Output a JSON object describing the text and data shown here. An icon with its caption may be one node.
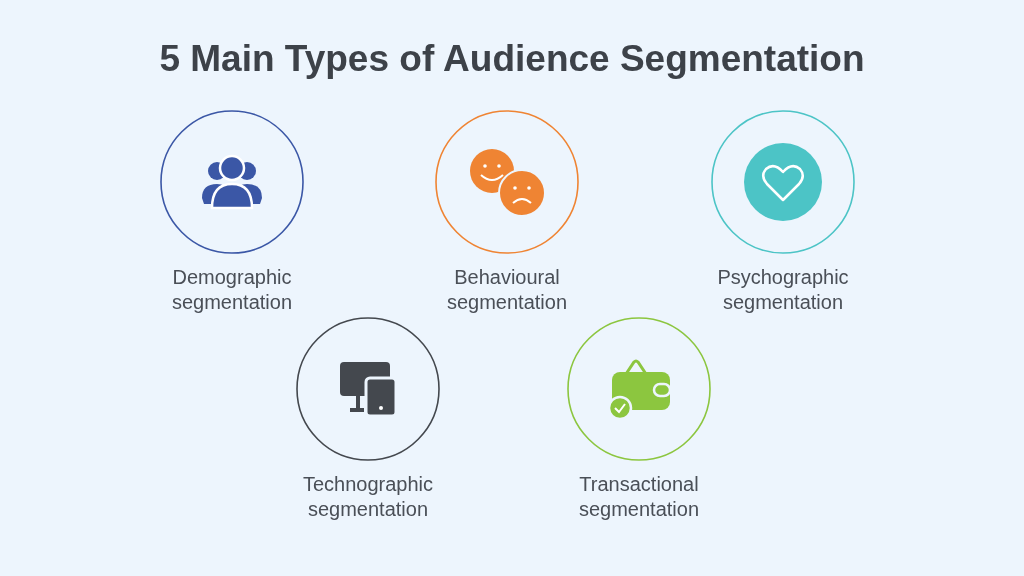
{
  "diagram": {
    "title": "5 Main Types of Audience Segmentation",
    "nodes": [
      {
        "text": [
          "Demographic segmentation"
        ]
      },
      {
        "text": [
          "Behavioural segmentation"
        ]
      },
      {
        "text": [
          "Psychographic segmentation"
        ]
      },
      {
        "text": [
          "Technographic segmentation"
        ]
      },
      {
        "text": [
          "Transactional segmentation"
        ]
      }
    ]
  }
}
